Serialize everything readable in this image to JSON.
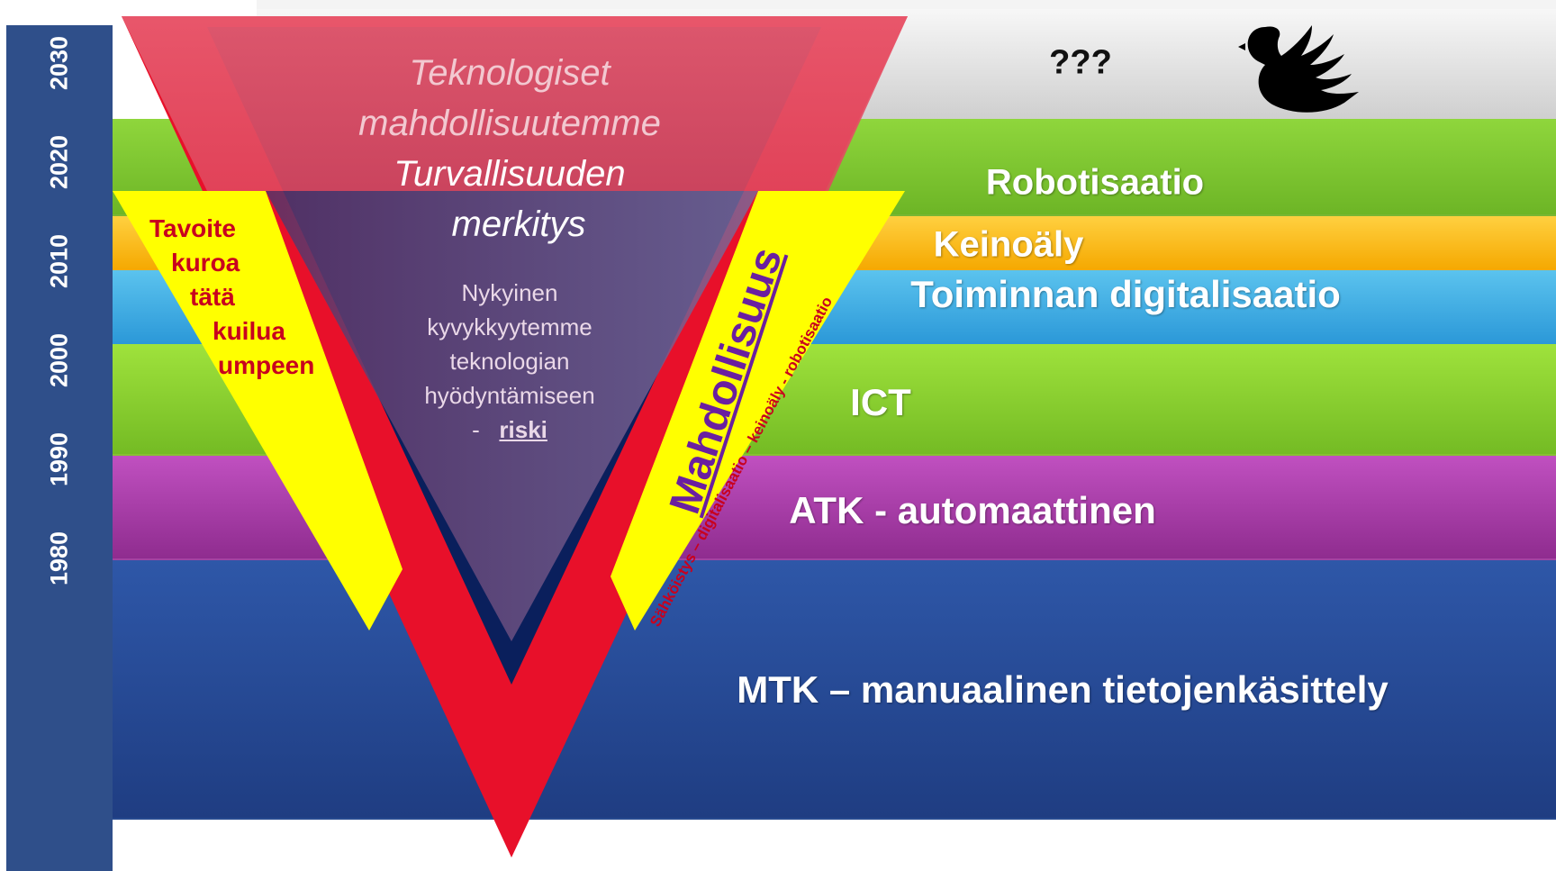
{
  "years": [
    "2030",
    "2020",
    "2010",
    "2000",
    "1990",
    "1980"
  ],
  "bands": {
    "unknown": "???",
    "robotisaatio": "Robotisaatio",
    "keinoaly": "Keinoäly",
    "digitalisaatio": "Toiminnan digitalisaatio",
    "ict": "ICT",
    "atk": "ATK - automaattinen",
    "mtk": "MTK – manuaalinen tietojenkäsittely"
  },
  "triangle": {
    "line1": "Teknologiset",
    "line2": "mahdollisuutemme",
    "line3": "Turvallisuuden",
    "line4": "merkitys",
    "capability": [
      "Nykyinen",
      "kyvykkyytemme",
      "teknologian",
      "hyödyntämiseen"
    ],
    "dash": "-",
    "risk": "riski"
  },
  "goal": [
    "Tavoite",
    "kuroa",
    "tätä",
    "kuilua",
    "umpeen"
  ],
  "opportunity": {
    "title": "Mahdollisuus",
    "subtitle": "Sähköistys – digitalisaatio – keinoäly - robotisaatio"
  },
  "colors": {
    "year_bar": "#2f4f8a",
    "red_frame": "#e8102a",
    "yellow_band": "#ffff00",
    "inner_navy": "#0a1f5c",
    "goal_text": "#c8001e",
    "opportunity_text": "#6a1fa0"
  },
  "icons": {
    "corner": "black-swan-icon"
  }
}
